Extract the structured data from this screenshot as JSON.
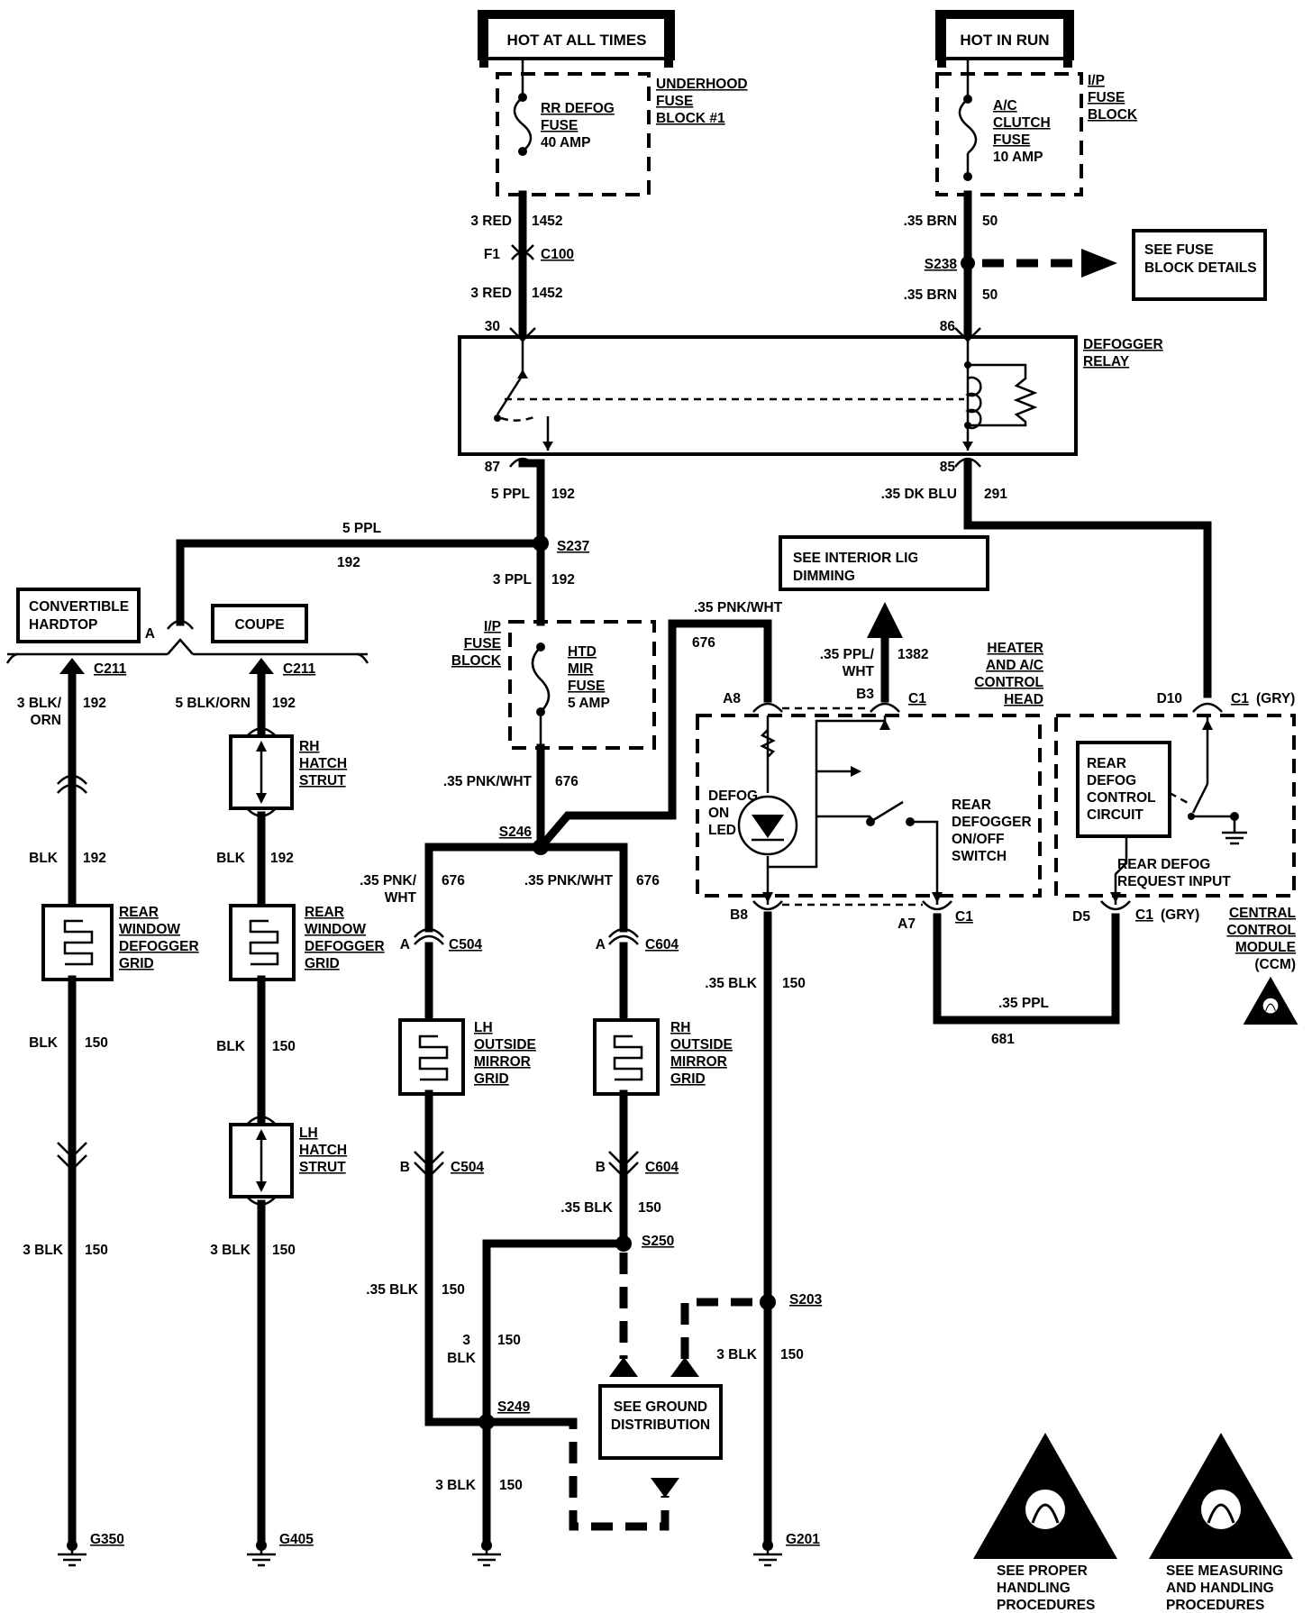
{
  "sources": {
    "hot_at_all_times": "HOT AT ALL TIMES",
    "hot_in_run": "HOT IN RUN"
  },
  "fuse_blocks": {
    "underhood": [
      "UNDERHOOD",
      "FUSE",
      "BLOCK #1"
    ],
    "ip_top": [
      "I/P",
      "FUSE",
      "BLOCK"
    ],
    "ip_mid": [
      "I/P",
      "FUSE",
      "BLOCK"
    ]
  },
  "fuses": {
    "rr_defog": [
      "RR DEFOG",
      "FUSE",
      "40 AMP"
    ],
    "ac_clutch": [
      "A/C",
      "CLUTCH",
      "FUSE",
      "10 AMP"
    ],
    "htd_mir": [
      "HTD",
      "MIR",
      "FUSE",
      "5 AMP"
    ]
  },
  "wire_labels": {
    "red3_a": "3 RED",
    "n1452_a": "1452",
    "red3_b": "3 RED",
    "n1452_b": "1452",
    "brn_a": ".35 BRN",
    "n50_a": "50",
    "brn_b": ".35 BRN",
    "n50_b": "50",
    "ppl5_a": "5 PPL",
    "n192_a": "192",
    "dkblu": ".35 DK BLU",
    "n291": "291",
    "ppl5_b": "5 PPL",
    "n192_b": "192",
    "ppl3": "3 PPL",
    "n192_c": "192",
    "pnkwht_top": ".35 PNK/WHT",
    "n676_top": "676",
    "pplwht_1": ".35 PPL/",
    "pplwht_2": "WHT",
    "n1382": "1382",
    "pnkwht_mid": ".35 PNK/WHT",
    "n676_mid": "676",
    "pnkwht_l1": ".35 PNK/",
    "pnkwht_l2": "WHT",
    "n676_l": "676",
    "pnkwht_r": ".35 PNK/WHT",
    "n676_r": "676",
    "blkorn_l1": "3 BLK/",
    "blkorn_l2": "ORN",
    "n192_d": "192",
    "blkorn_r": "5 BLK/ORN",
    "n192_e": "192",
    "blk_1": "BLK",
    "n192_f": "192",
    "blk_2": "BLK",
    "n192_g": "192",
    "blk_3": "BLK",
    "n150_a": "150",
    "blk_4": "BLK",
    "n150_b": "150",
    "blk3_a": "3 BLK",
    "n150_c": "150",
    "blk3_b": "3 BLK",
    "n150_d": "150",
    "blk35_a": ".35 BLK",
    "n150_e": "150",
    "blk35_b": ".35 BLK",
    "n150_f": "150",
    "blk35_c": ".35 BLK",
    "n150_g": "150",
    "blk3_c1": "3",
    "blk3_c2": "BLK",
    "n150_h": "150",
    "blk3_d": "3 BLK",
    "n150_i": "150",
    "blk3_e": "3 BLK",
    "n150_j": "150",
    "ppl35": ".35 PPL",
    "n681": "681"
  },
  "connectors": {
    "f1": "F1",
    "c100": "C100",
    "s238": "S238",
    "p30": "30",
    "p86": "86",
    "p87": "87",
    "p85": "85",
    "s237": "S237",
    "a_cross": "A",
    "c211_a": "C211",
    "c211_b": "C211",
    "a8": "A8",
    "b3": "B3",
    "c1_b3": "C1",
    "d10": "D10",
    "c1_gry_top": "C1",
    "gry_top": "(GRY)",
    "s246": "S246",
    "a_c504": "A",
    "c504_a": "C504",
    "a_c604": "A",
    "c604_a": "C604",
    "b8": "B8",
    "a7": "A7",
    "c1_a7": "C1",
    "d5": "D5",
    "c1_gry_bot": "C1",
    "gry_bot": "(GRY)",
    "b_c504": "B",
    "c504_b": "C504",
    "b_c604": "B",
    "c604_b": "C604",
    "s250": "S250",
    "s203": "S203",
    "s249": "S249",
    "g350": "G350",
    "g405": "G405",
    "g201": "G201"
  },
  "components": {
    "defogger_relay": [
      "DEFOGGER",
      "RELAY"
    ],
    "convertible_hardtop": [
      "CONVERTIBLE",
      "HARDTOP"
    ],
    "coupe": "COUPE",
    "rh_hatch_strut": [
      "RH",
      "HATCH",
      "STRUT"
    ],
    "lh_hatch_strut": [
      "LH",
      "HATCH",
      "STRUT"
    ],
    "rear_window_grid_a": [
      "REAR",
      "WINDOW",
      "DEFOGGER",
      "GRID"
    ],
    "rear_window_grid_b": [
      "REAR",
      "WINDOW",
      "DEFOGGER",
      "GRID"
    ],
    "lh_mirror_grid": [
      "LH",
      "OUTSIDE",
      "MIRROR",
      "GRID"
    ],
    "rh_mirror_grid": [
      "RH",
      "OUTSIDE",
      "MIRROR",
      "GRID"
    ],
    "hvac_head": [
      "HEATER",
      "AND A/C",
      "CONTROL",
      "HEAD"
    ],
    "defog_led": [
      "DEFOG",
      "ON",
      "LED"
    ],
    "defog_switch": [
      "REAR",
      "DEFOGGER",
      "ON/OFF",
      "SWITCH"
    ],
    "defog_control": [
      "REAR",
      "DEFOG",
      "CONTROL",
      "CIRCUIT"
    ],
    "defog_request": [
      "REAR DEFOG",
      "REQUEST INPUT"
    ],
    "ccm": [
      "CENTRAL",
      "CONTROL",
      "MODULE",
      "(CCM)"
    ]
  },
  "references": {
    "fuse_block_details": [
      "SEE FUSE",
      "BLOCK DETAILS"
    ],
    "interior_lights": [
      "SEE INTERIOR LIGHTS",
      "DIMMING"
    ],
    "ground_distribution": [
      "SEE GROUND",
      "DISTRIBUTION"
    ],
    "proper_handling": [
      "SEE PROPER",
      "HANDLING",
      "PROCEDURES"
    ],
    "measuring_handling": [
      "SEE MEASURING",
      "AND HANDLING",
      "PROCEDURES"
    ]
  }
}
